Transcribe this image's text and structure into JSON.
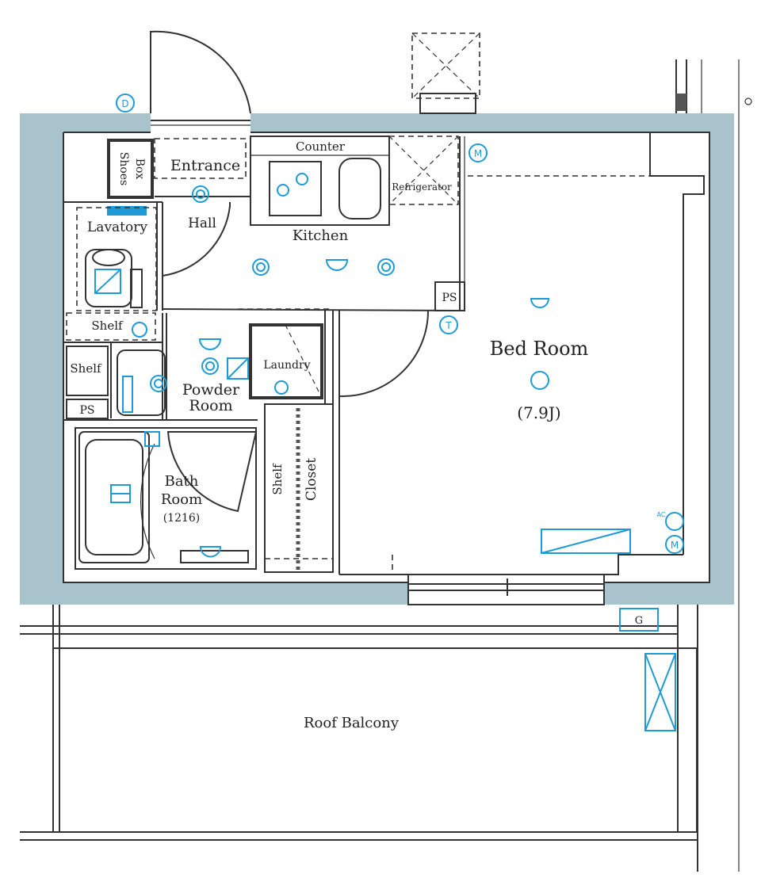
{
  "rooms": {
    "entrance": "Entrance",
    "shoes_box_1": "Shoes",
    "shoes_box_2": "Box",
    "hall": "Hall",
    "lavatory": "Lavatory",
    "counter": "Counter",
    "kitchen": "Kitchen",
    "refrigerator": "Refrigerator",
    "ps_1": "PS",
    "ps_2": "PS",
    "bed_room": "Bed Room",
    "bed_room_size": "(7.9J)",
    "shelf_1": "Shelf",
    "shelf_2": "Shelf",
    "laundry": "Laundry",
    "powder_room_1": "Powder",
    "powder_room_2": "Room",
    "bath_room_1": "Bath",
    "bath_room_2": "Room",
    "bath_room_size": "(1216)",
    "closet_shelf": "Shelf",
    "closet": "Closet",
    "roof_balcony": "Roof Balcony",
    "gas": "G"
  },
  "symbols": {
    "d": "D",
    "m_top": "M",
    "t": "T",
    "m_bottom": "M",
    "ac": "AC"
  },
  "colors": {
    "wall": "#a9c3cc",
    "fixture": "#1e9bd7",
    "line": "#333333"
  }
}
